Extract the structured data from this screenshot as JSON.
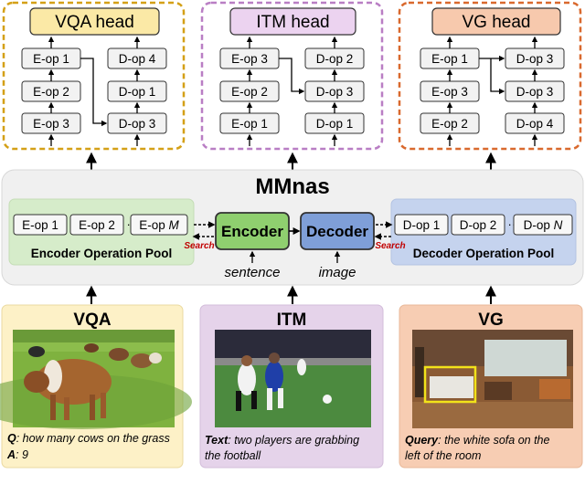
{
  "heads": {
    "vqa": {
      "title": "VQA head",
      "left": [
        "E-op 1",
        "E-op 2",
        "E-op 3"
      ],
      "right": [
        "D-op 4",
        "D-op 1",
        "D-op 3"
      ]
    },
    "itm": {
      "title": "ITM head",
      "left": [
        "E-op 3",
        "E-op 2",
        "E-op 1"
      ],
      "right": [
        "D-op 2",
        "D-op 3",
        "D-op 1"
      ]
    },
    "vg": {
      "title": "VG head",
      "left": [
        "E-op 1",
        "E-op 3",
        "E-op 2"
      ],
      "right": [
        "D-op 3",
        "D-op 3",
        "D-op 4"
      ]
    }
  },
  "center": {
    "title": "MMnas",
    "encoder": "Encoder",
    "decoder": "Decoder",
    "sentence": "sentence",
    "image": "image",
    "search_left": "Search",
    "search_right": "Search"
  },
  "encoder_pool": {
    "label": "Encoder Operation Pool",
    "op1": "E-op 1",
    "op2": "E-op 2",
    "dots": "···",
    "opm_prefix": "E-op ",
    "opm_var": "M"
  },
  "decoder_pool": {
    "label": "Decoder Operation Pool",
    "op1": "D-op 1",
    "op2": "D-op 2",
    "dots": "···",
    "opn_prefix": "D-op ",
    "opn_var": "N"
  },
  "tasks": {
    "vqa": {
      "title": "VQA",
      "q_key": "Q",
      "q_text": ": how many cows on the grass",
      "a_key": "A",
      "a_text": ": 9"
    },
    "itm": {
      "title": "ITM",
      "t_key": "Text",
      "t_line1": ": two players are grabbing",
      "t_line2": "the football"
    },
    "vg": {
      "title": "VG",
      "q_key": "Query",
      "q_line1": ": the white sofa on the",
      "q_line2": "left of the room"
    }
  },
  "colors": {
    "vqa_accent": "#d4a017",
    "itm_accent": "#b97ec4",
    "vg_accent": "#d9692e",
    "encoder_green": "#8fcf6f",
    "decoder_blue": "#7f9fd8",
    "search_red": "#c00000"
  }
}
